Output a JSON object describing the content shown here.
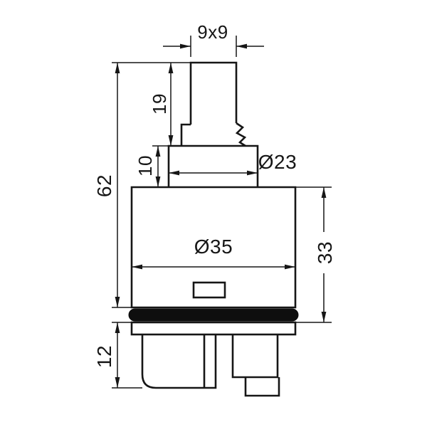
{
  "page": {
    "colors": {
      "background": "#ffffff",
      "line": "#161616",
      "seal": "#0e0e0e"
    }
  },
  "drawing": {
    "labels": {
      "stem_section": "9x9",
      "stem_height": "19",
      "neck_height": "10",
      "overall_height": "62",
      "neck_diameter": "Ø23",
      "body_diameter": "Ø35",
      "body_height": "33",
      "base_height": "12"
    }
  }
}
